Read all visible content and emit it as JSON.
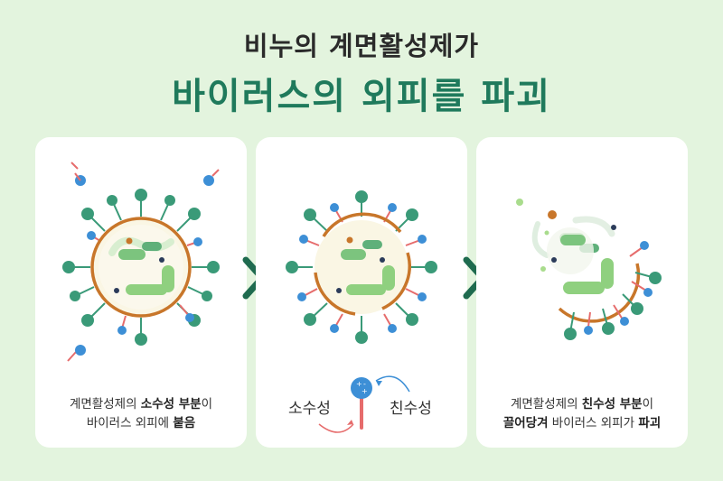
{
  "title": {
    "line1": "비누의 계면활성제가",
    "line2": "바이러스의 외피를 파괴"
  },
  "panel1": {
    "caption_line1_a": "계면활성제의 ",
    "caption_line1_b": "소수성 부분",
    "caption_line1_c": "이",
    "caption_line2_a": "바이러스 외피에 ",
    "caption_line2_b": "붙음"
  },
  "panel2": {
    "label_left": "소수성",
    "label_right": "친수성"
  },
  "panel3": {
    "caption_line1_a": "계면활성제의 ",
    "caption_line1_b": "친수성 부분",
    "caption_line1_c": "이",
    "caption_line2_a": "끌어당겨",
    "caption_line2_b": " 바이러스 외피가 ",
    "caption_line2_c": "파괴"
  },
  "colors": {
    "background": "#e3f4de",
    "title_accent": "#1f7a5c",
    "arrow": "#1f6b4f",
    "spike": "#3a9a78",
    "envelope": "#c8762a",
    "surfactant_head": "#3d8fd6",
    "surfactant_tail": "#e66c6c"
  },
  "icons": [
    "virus-icon",
    "surfactant-molecule-icon",
    "arrow-right-icon",
    "curved-arrow-icon"
  ]
}
